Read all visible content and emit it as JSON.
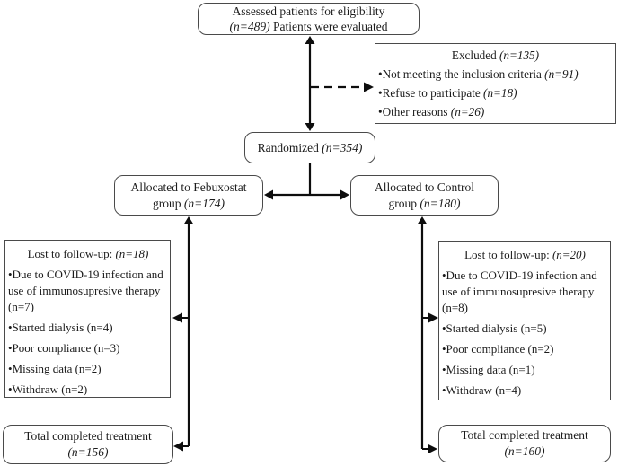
{
  "diagram": {
    "assessed": {
      "line1": "Assessed patients for eligibility",
      "n": "(n=489)",
      "line2_rest": " Patients were evaluated"
    },
    "excluded": {
      "title": "Excluded ",
      "title_n": "(n=135)",
      "bullets": [
        {
          "text": "•Not meeting the inclusion criteria ",
          "n": "(n=91)"
        },
        {
          "text": "•Refuse to participate ",
          "n": "(n=18)"
        },
        {
          "text": "•Other reasons ",
          "n": "(n=26)"
        }
      ]
    },
    "randomized": {
      "text": "Randomized ",
      "n": "(n=354)"
    },
    "febuxostat": {
      "text": "Allocated to Febuxostat group ",
      "n": "(n=174)"
    },
    "control": {
      "text": "Allocated to Control group ",
      "n": "(n=180)"
    },
    "lost_left": {
      "title": "Lost to follow-up: ",
      "title_n": "(n=18)",
      "bullets": [
        "•Due to COVID-19 infection and use of immunosupresive therapy (n=7)",
        "•Started dialysis (n=4)",
        "•Poor compliance (n=3)",
        "•Missing data (n=2)",
        "•Withdraw (n=2)"
      ]
    },
    "lost_right": {
      "title": "Lost to follow-up: ",
      "title_n": "(n=20)",
      "bullets": [
        "•Due to COVID-19 infection and use of immunosupresive therapy (n=8)",
        "•Started dialysis (n=5)",
        "•Poor compliance (n=2)",
        "•Missing data (n=1)",
        "•Withdraw (n=4)"
      ]
    },
    "total_left": {
      "line1": "Total completed treatment",
      "n": "(n=156)"
    },
    "total_right": {
      "line1": "Total completed treatment",
      "n": "(n=160)"
    }
  },
  "colors": {
    "background": "#ffffff",
    "box_border": "#4a4a4a",
    "connector_line": "#0d0d0d",
    "text": "#1b1b1b"
  }
}
